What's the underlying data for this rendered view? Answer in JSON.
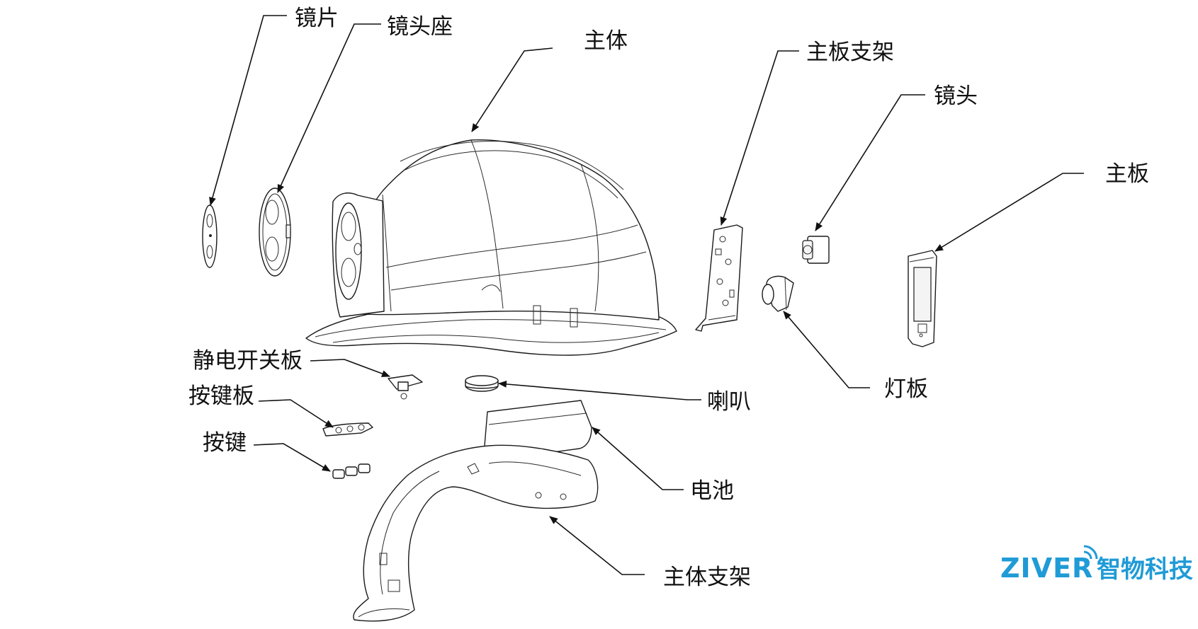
{
  "labels": {
    "lens_sheet": "镜片",
    "lens_mount": "镜头座",
    "main_body": "主体",
    "board_bracket": "主板支架",
    "lens": "镜头",
    "mainboard": "主板",
    "static_switch_board": "静电开关板",
    "key_board": "按键板",
    "keys": "按键",
    "speaker": "喇叭",
    "light_board": "灯板",
    "battery": "电池",
    "body_bracket": "主体支架"
  },
  "logo": {
    "latin": "ZIVER",
    "chinese": "智物科技",
    "color": "#1f9bd6"
  }
}
